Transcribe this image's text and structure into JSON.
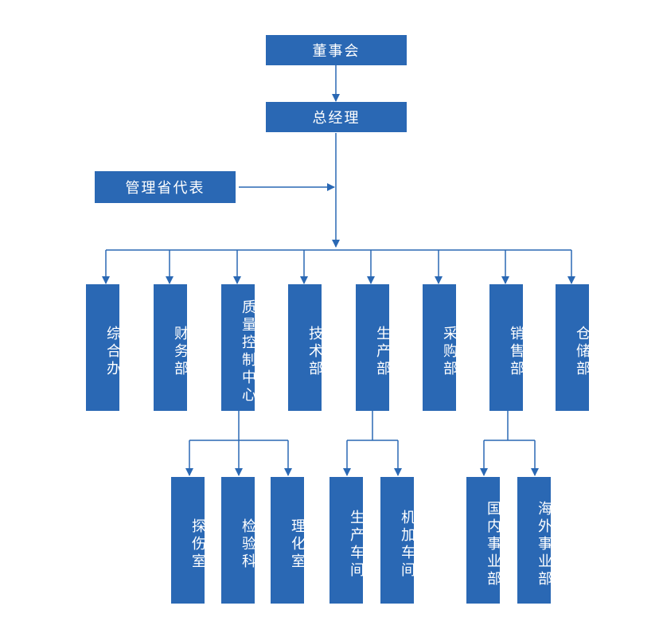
{
  "board": "董事会",
  "gm": "总经理",
  "mgmt_rep": "管理省代表",
  "departments": [
    "综合办",
    "财务部",
    "质量控制中心",
    "技术部",
    "生产部",
    "采购部",
    "销售部",
    "仓储部"
  ],
  "qc_units": [
    "探伤室",
    "检验科",
    "理化室"
  ],
  "production_units": [
    "生产车间",
    "机加车间"
  ],
  "sales_units": [
    "国内事业部",
    "海外事业部"
  ],
  "colors": {
    "box": "#2a68b4",
    "line": "#2a68b4",
    "text": "#ffffff"
  }
}
